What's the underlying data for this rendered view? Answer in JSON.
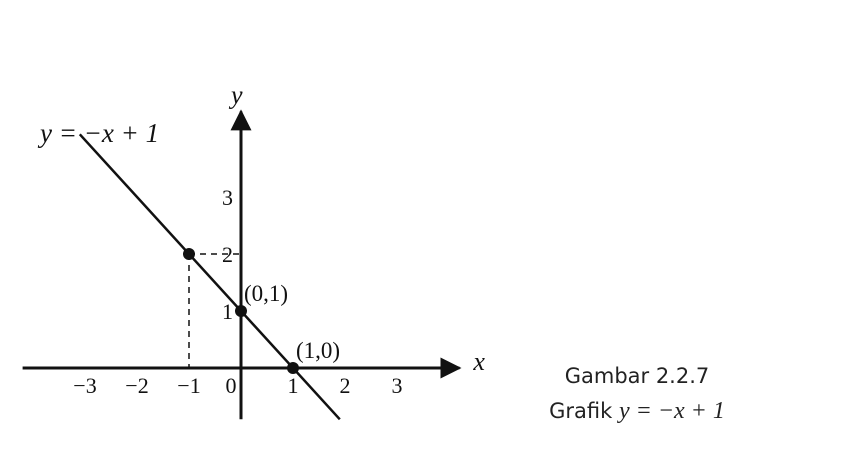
{
  "chart_data": {
    "type": "line",
    "equation_label": "y = −x + 1",
    "xlabel": "x",
    "ylabel": "y",
    "xlim": [
      -4.2,
      4.2
    ],
    "ylim": [
      -0.9,
      4.5
    ],
    "x_ticks": [
      {
        "value": -3,
        "label": "−3"
      },
      {
        "value": -2,
        "label": "−2"
      },
      {
        "value": -1,
        "label": "−1"
      },
      {
        "value": 0,
        "label": "0"
      },
      {
        "value": 1,
        "label": "1"
      },
      {
        "value": 2,
        "label": "2"
      },
      {
        "value": 3,
        "label": "3"
      }
    ],
    "y_ticks": [
      {
        "value": 1,
        "label": "1"
      },
      {
        "value": 2,
        "label": "2"
      },
      {
        "value": 3,
        "label": "3"
      }
    ],
    "series": [
      {
        "x": [
          -3.1,
          1.9
        ],
        "y": [
          4.1,
          -0.9
        ]
      }
    ],
    "points": [
      {
        "x": -1,
        "y": 2,
        "label": ""
      },
      {
        "x": 0,
        "y": 1,
        "label": "(0,1)"
      },
      {
        "x": 1,
        "y": 0,
        "label": "(1,0)"
      }
    ],
    "guides": [
      {
        "x": -1,
        "y": 2
      }
    ],
    "colors": {
      "line": "#111111",
      "axes": "#111111"
    }
  },
  "caption": {
    "title": "Gambar 2.2.7",
    "prefix": "Grafik",
    "equation": "y = −x + 1"
  }
}
